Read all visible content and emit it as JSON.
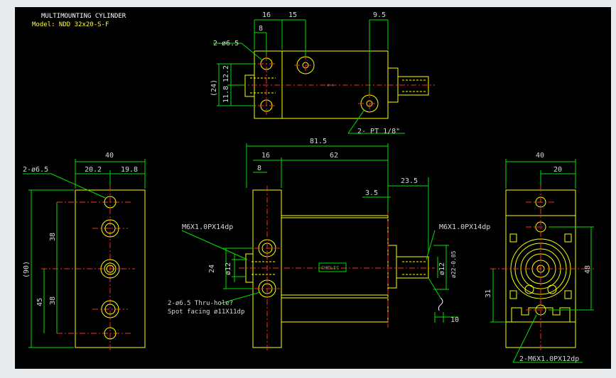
{
  "drawing": {
    "title": "MULTIMOUNTING CYLINDER",
    "model": "Model: NDD 32x20-S-F",
    "watermark": "AM-S"
  },
  "top_view": {
    "dim_16": "16",
    "dim_15": "15",
    "dim_9_5": "9.5",
    "dim_8": "8",
    "hole_label": "2-ø6.5",
    "dim_24": "(24)",
    "dim_12_2": "12.2",
    "dim_11_8": "11.8",
    "port_label": "2- PT 1/8\""
  },
  "front_view": {
    "dim_81_5": "81.5",
    "dim_16": "16",
    "dim_62": "62",
    "dim_8": "8",
    "dim_23_5": "23.5",
    "dim_3_5": "3.5",
    "thread_left": "M6X1.0PX14dp",
    "thread_right": "M6X1.0PX14dp",
    "dim_24": "24",
    "dia_12_left": "ø12",
    "dia_12_right": "ø12",
    "dia_22": "ø22-0.05",
    "hole_note_1": "2-ø6.5 Thru-hole?",
    "hole_note_2": "Spot facing  ø11X11dp",
    "dim_10": "10",
    "brand_badge": "CHELIC"
  },
  "left_view": {
    "dim_40": "40",
    "dim_20_2": "20.2",
    "dim_19_8": "19.8",
    "hole_label": "2-ø6.5",
    "dim_90": "(90)",
    "dim_38a": "38",
    "dim_38b": "38",
    "dim_45": "45"
  },
  "right_view": {
    "dim_40": "40",
    "dim_20": "20",
    "dim_48": "48",
    "dim_31": "31",
    "thread_label": "2-M6X1.0PX12dp"
  },
  "colors": {
    "background": "#000000",
    "geometry": "#ffff00",
    "dimension": "#00e000",
    "centerline": "#ff2a2a",
    "text": "#d8d8d8"
  }
}
